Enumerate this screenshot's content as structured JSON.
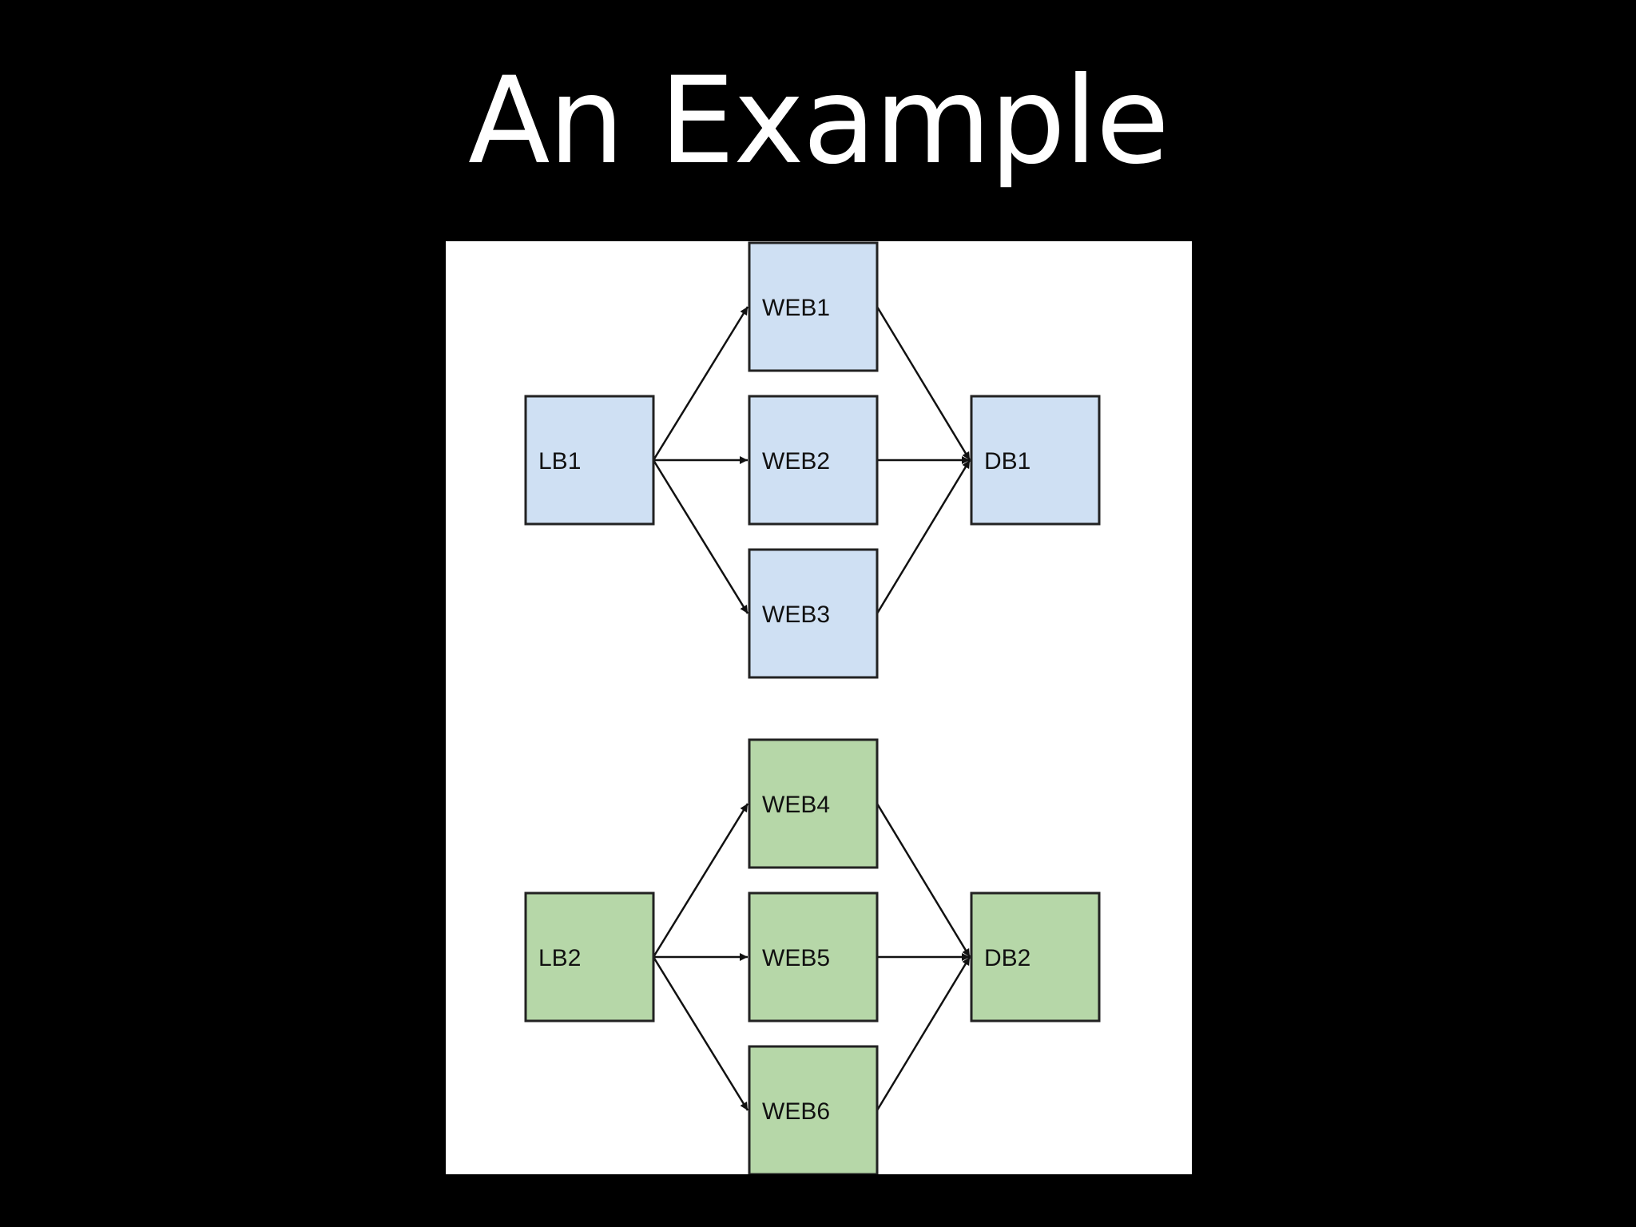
{
  "slide": {
    "title": "An Example"
  },
  "colors": {
    "background": "#000000",
    "title_text": "#ffffff",
    "panel": "#ffffff",
    "cluster_blue": "#cfe0f3",
    "cluster_green": "#b6d7a8",
    "stroke": "#222222"
  },
  "diagram": {
    "clusters": [
      {
        "id": "cluster-1",
        "color": "#cfe0f3",
        "nodes": {
          "lb": "LB1",
          "web": [
            "WEB1",
            "WEB2",
            "WEB3"
          ],
          "db": "DB1"
        }
      },
      {
        "id": "cluster-2",
        "color": "#b6d7a8",
        "nodes": {
          "lb": "LB2",
          "web": [
            "WEB4",
            "WEB5",
            "WEB6"
          ],
          "db": "DB2"
        }
      }
    ]
  }
}
